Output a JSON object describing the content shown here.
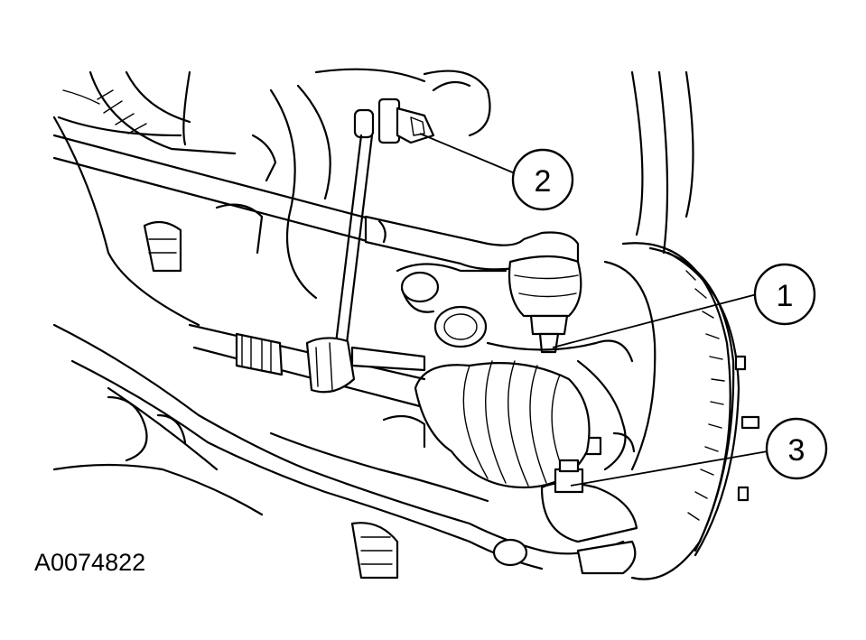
{
  "figure": {
    "id_label": "A0074822"
  },
  "callouts": [
    {
      "number": "1"
    },
    {
      "number": "2"
    },
    {
      "number": "3"
    }
  ]
}
